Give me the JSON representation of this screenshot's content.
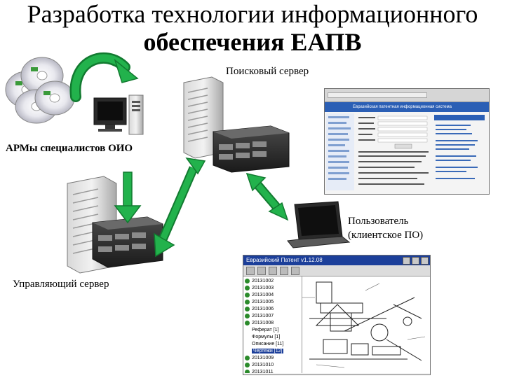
{
  "title_line1": "Разработка технологии информационного",
  "title_line2": "обеспечения ЕАПВ",
  "labels": {
    "search_server": "Поисковый сервер",
    "workstations": "АРМы специалистов ОИО",
    "user_line1": "Пользователь",
    "user_line2": "(клиентское ПО)",
    "control_server": "Управляющий сервер"
  },
  "client_window": {
    "title": "Евразийский Патент v1.12.08",
    "tree_items": [
      "20131002",
      "20131003",
      "20131004",
      "20131005",
      "20131006",
      "20131007",
      "20131008"
    ],
    "tree_subitems": [
      "Реферат [1]",
      "Формулы [1]",
      "Описание [11]",
      "Чертежи [12]"
    ],
    "tree_items_after": [
      "20131009",
      "20131010",
      "20131011"
    ]
  },
  "browser_window": {
    "header_text": "Евразийская патентная информационная система"
  },
  "colors": {
    "arrow_green": "#22b24c",
    "arrow_green_dark": "#127a30",
    "window_title": "#1c3f9a",
    "cd_ring": "#3a9a3a"
  },
  "icons": [
    "cd-stack-icon",
    "curved-arrow-icon",
    "monitor-icon",
    "server-tower-icon",
    "rack-server-icon",
    "laptop-icon"
  ]
}
